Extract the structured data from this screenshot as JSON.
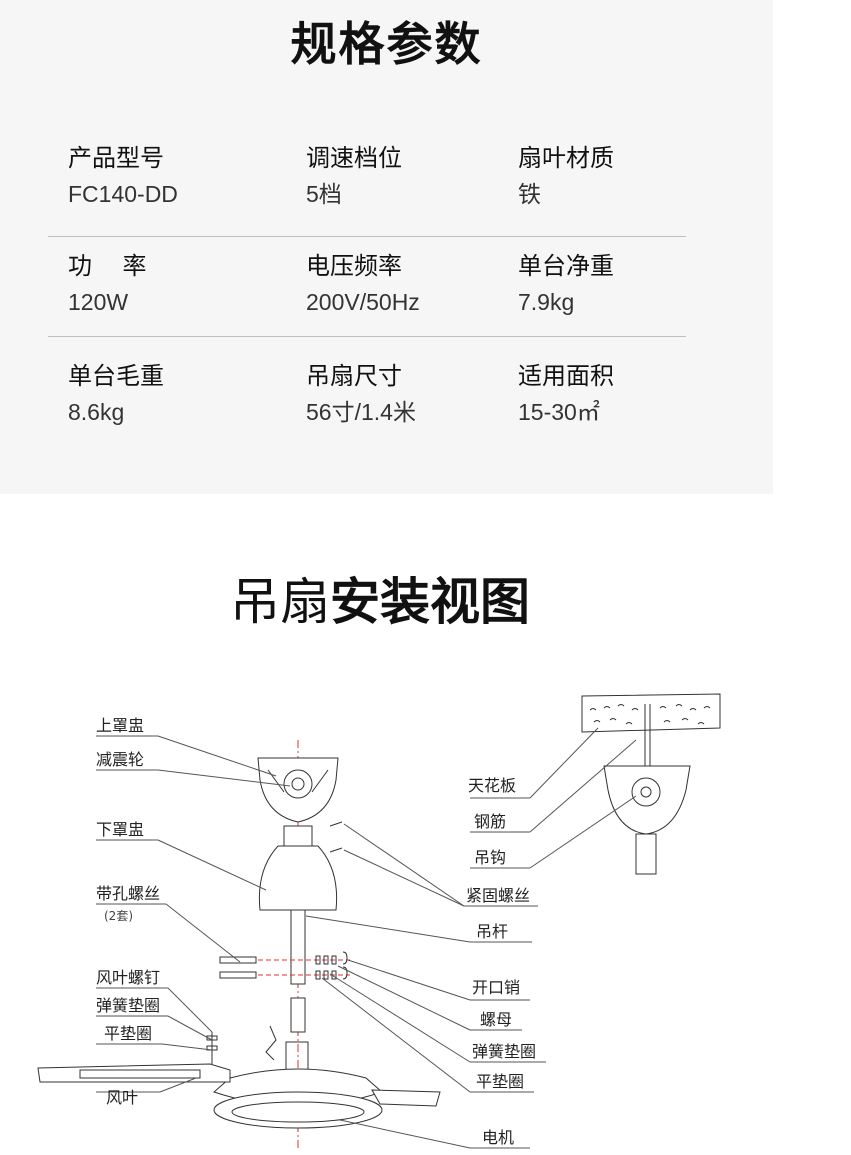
{
  "spec": {
    "title": "规格参数",
    "rows": [
      [
        {
          "label": "产品型号",
          "value": "FC140-DD"
        },
        {
          "label": "调速档位",
          "value": "5档"
        },
        {
          "label": "扇叶材质",
          "value": "铁"
        }
      ],
      [
        {
          "label": "功    率",
          "value": "120W"
        },
        {
          "label": "电压频率",
          "value": "200V/50Hz"
        },
        {
          "label": "单台净重",
          "value": "7.9kg"
        }
      ],
      [
        {
          "label": "单台毛重",
          "value": "8.6kg"
        },
        {
          "label": "吊扇尺寸",
          "value": "56寸/1.4米"
        },
        {
          "label": "适用面积",
          "value": "15-30㎡"
        }
      ]
    ]
  },
  "install": {
    "title_light": "吊扇",
    "title_bold": "安装视图"
  },
  "diagram": {
    "left_labels": {
      "upper_cover": "上罩盅",
      "damper_wheel": "减震轮",
      "lower_cover": "下罩盅",
      "hole_screw": "带孔螺丝",
      "hole_screw_note": "(2套)",
      "blade_screw": "风叶螺钉",
      "spring_washer": "弹簧垫圈",
      "flat_washer": "平垫圈",
      "blade": "风叶"
    },
    "right_labels": {
      "ceiling": "天花板",
      "rebar": "钢筋",
      "hook": "吊钩",
      "set_screw": "紧固螺丝",
      "rod": "吊杆",
      "cotter_pin": "开口销",
      "nut": "螺母",
      "spring_washer": "弹簧垫圈",
      "flat_washer": "平垫圈",
      "motor": "电机"
    }
  }
}
